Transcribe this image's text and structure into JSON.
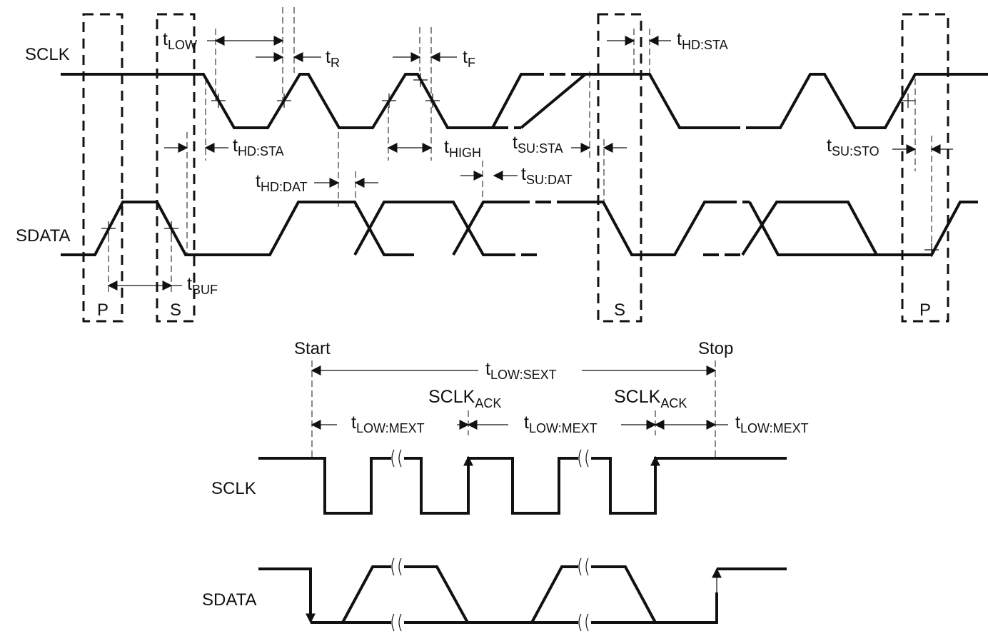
{
  "top": {
    "signals": {
      "sclk": "SCLK",
      "sdata": "SDATA"
    },
    "conditions": {
      "stop": "P",
      "start": "S"
    },
    "timings": {
      "t_low": {
        "t": "t",
        "sub": "LOW"
      },
      "t_r": {
        "t": "t",
        "sub": "R"
      },
      "t_f": {
        "t": "t",
        "sub": "F"
      },
      "t_hd_sta_1": {
        "t": "t",
        "sub": "HD:STA"
      },
      "t_hd_sta_2": {
        "t": "t",
        "sub": "HD:STA"
      },
      "t_high": {
        "t": "t",
        "sub": "HIGH"
      },
      "t_su_sta": {
        "t": "t",
        "sub": "SU:STA"
      },
      "t_su_sto": {
        "t": "t",
        "sub": "SU:STO"
      },
      "t_hd_dat": {
        "t": "t",
        "sub": "HD:DAT"
      },
      "t_su_dat": {
        "t": "t",
        "sub": "SU:DAT"
      },
      "t_buf": {
        "t": "t",
        "sub": "BUF"
      }
    }
  },
  "bottom": {
    "signals": {
      "sclk": "SCLK",
      "sdata": "SDATA"
    },
    "markers": {
      "start": "Start",
      "stop": "Stop"
    },
    "timings": {
      "t_low_sext": {
        "t": "t",
        "sub": "LOW:SEXT"
      },
      "t_low_mext_1": {
        "t": "t",
        "sub": "LOW:MEXT"
      },
      "t_low_mext_2": {
        "t": "t",
        "sub": "LOW:MEXT"
      },
      "t_low_mext_3": {
        "t": "t",
        "sub": "LOW:MEXT"
      },
      "sclk_ack_1": {
        "t": "SCLK",
        "sub": "ACK"
      },
      "sclk_ack_2": {
        "t": "SCLK",
        "sub": "ACK"
      }
    }
  }
}
